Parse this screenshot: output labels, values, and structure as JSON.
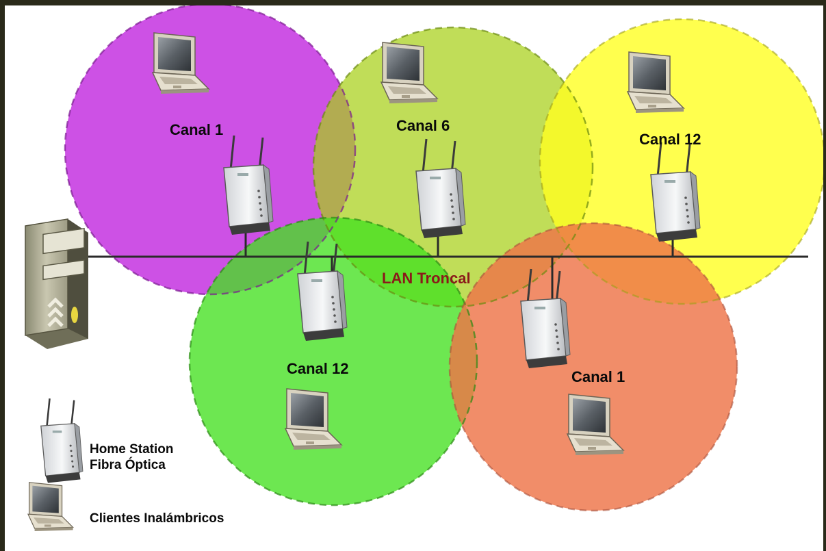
{
  "cells": [
    {
      "id": "cell-purple",
      "channel_label": "Canal 1",
      "color": "#c433e0"
    },
    {
      "id": "cell-lime",
      "channel_label": "Canal 6",
      "color": "#b8d83a"
    },
    {
      "id": "cell-yellow",
      "channel_label": "Canal 12",
      "color": "#ffff33"
    },
    {
      "id": "cell-green",
      "channel_label": "Canal 12",
      "color": "#66e040"
    },
    {
      "id": "cell-orange",
      "channel_label": "Canal 1",
      "color": "#ee8a5c"
    }
  ],
  "backbone": {
    "label": "LAN Troncal",
    "label_color": "#8b1a1a",
    "line_color": "#2a2a2a"
  },
  "legend": {
    "router_line1": "Home Station",
    "router_line2": "Fibra Óptica",
    "client": "Clientes Inalámbricos"
  },
  "icons": {
    "router": "router-icon",
    "laptop": "laptop-icon",
    "server": "server-icon"
  }
}
